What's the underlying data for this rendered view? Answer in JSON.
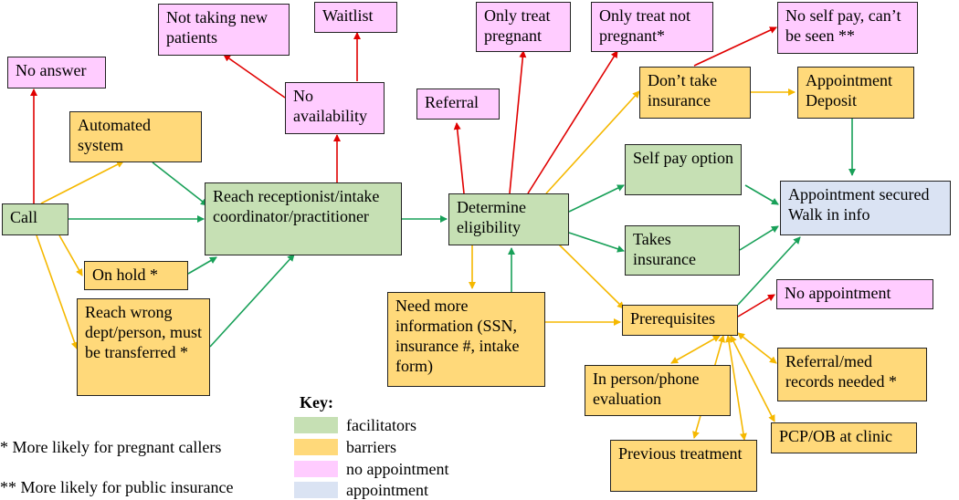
{
  "colors": {
    "facilitator": "#c6e0b4",
    "barrier": "#ffd97a",
    "no_appointment": "#ffccff",
    "appointment": "#dae3f3",
    "green_arrow": "#18a058",
    "orange_arrow": "#f5b800",
    "red_arrow": "#e00000"
  },
  "nodes": {
    "no_answer": "No answer",
    "not_taking": "Not taking new patients",
    "waitlist": "Waitlist",
    "only_pregnant": "Only treat pregnant",
    "only_not_pregnant": "Only treat not pregnant*",
    "no_self_pay": "No self pay, can’t be seen **",
    "no_availability": "No availability",
    "referral": "Referral",
    "dont_take": "Don’t take insurance",
    "appt_deposit": "Appointment Deposit",
    "automated": "Automated system",
    "self_pay": "Self pay option",
    "call": "Call",
    "reach": "Reach receptionist/intake coordinator/practitioner",
    "determine": "Determine eligibility",
    "appt_secured": "Appointment secured Walk in info",
    "takes_ins": "Takes insurance",
    "on_hold": "On hold *",
    "no_appointment": "No appointment",
    "wrong_dept": "Reach wrong dept/person, must be transferred  *",
    "need_info": "Need more information (SSN, insurance #, intake form)",
    "prereq": "Prerequisites",
    "in_person": "In person/phone evaluation",
    "referral_med": "Referral/med records needed *",
    "pcp": "PCP/OB at clinic",
    "previous": "Previous treatment"
  },
  "key": {
    "title": "Key:",
    "items": [
      "facilitators",
      "barriers",
      "no appointment",
      "appointment"
    ]
  },
  "notes": {
    "pregnant": "* More likely for pregnant callers",
    "public": "** More likely for public insurance"
  }
}
